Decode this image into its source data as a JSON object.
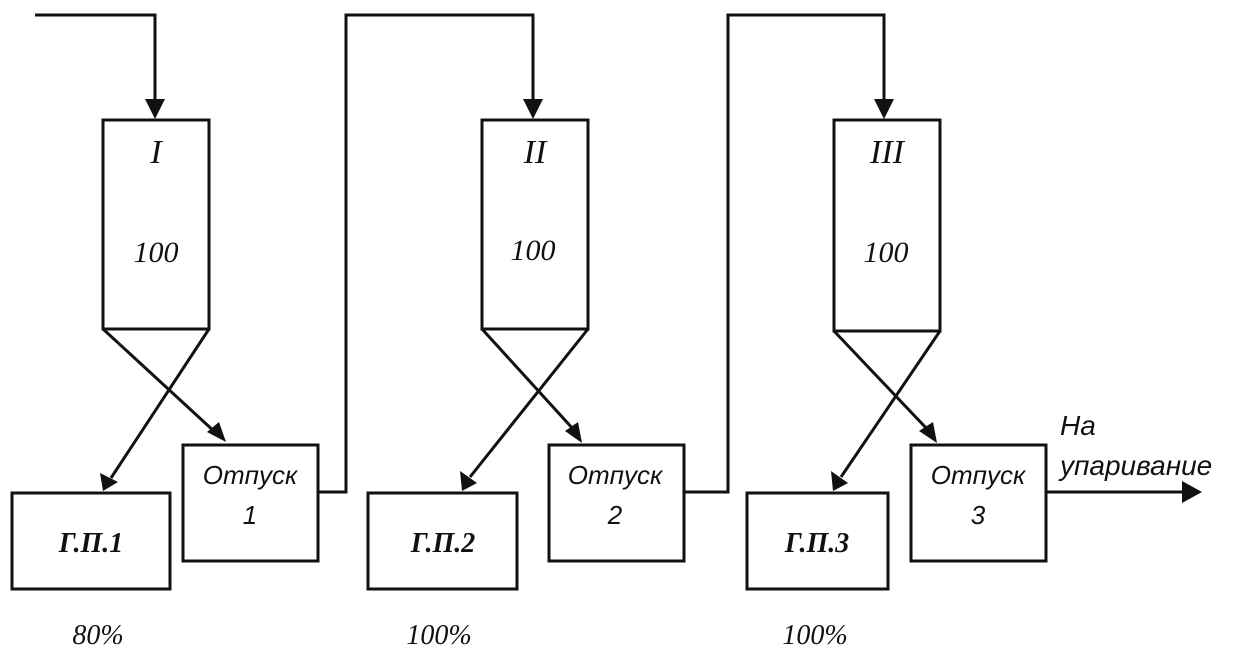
{
  "columns": [
    {
      "id": "I",
      "value": "100",
      "gp_label": "Г.П.1",
      "gp_percent": "80%",
      "release_line1": "Отпуск",
      "release_line2": "1"
    },
    {
      "id": "II",
      "value": "100",
      "gp_label": "Г.П.2",
      "gp_percent": "100%",
      "release_line1": "Отпуск",
      "release_line2": "2"
    },
    {
      "id": "III",
      "value": "100",
      "gp_label": "Г.П.3",
      "gp_percent": "100%",
      "release_line1": "Отпуск",
      "release_line2": "3"
    }
  ],
  "output": {
    "line1": "На",
    "line2": "упаривание"
  }
}
